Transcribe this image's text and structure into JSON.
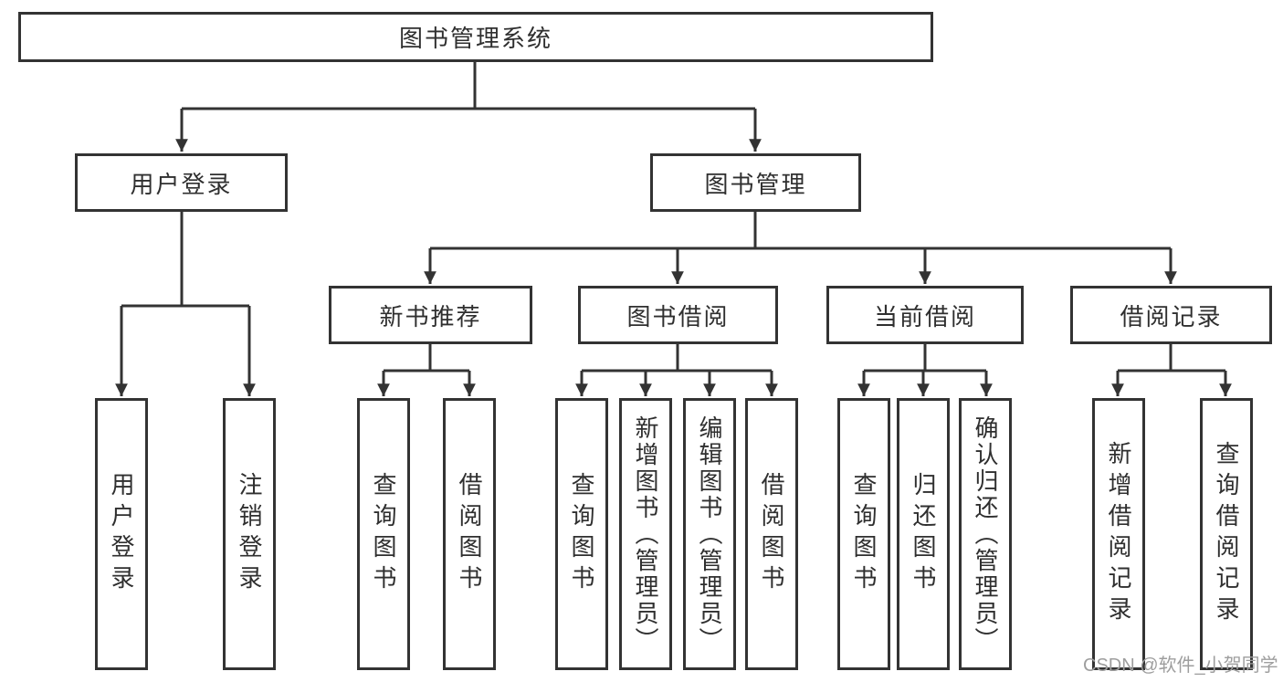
{
  "diagram": {
    "type": "hierarchy",
    "tree": {
      "label": "图书管理系统",
      "children": [
        {
          "label": "用户登录",
          "children": [
            {
              "label": "用户登录"
            },
            {
              "label": "注销登录"
            }
          ]
        },
        {
          "label": "图书管理",
          "children": [
            {
              "label": "新书推荐",
              "children": [
                {
                  "label": "查询图书"
                },
                {
                  "label": "借阅图书"
                }
              ]
            },
            {
              "label": "图书借阅",
              "children": [
                {
                  "label": "查询图书"
                },
                {
                  "label": "新增图书（管理员）"
                },
                {
                  "label": "编辑图书（管理员）"
                },
                {
                  "label": "借阅图书"
                }
              ]
            },
            {
              "label": "当前借阅",
              "children": [
                {
                  "label": "查询图书"
                },
                {
                  "label": "归还图书"
                },
                {
                  "label": "确认归还（管理员）"
                }
              ]
            },
            {
              "label": "借阅记录",
              "children": [
                {
                  "label": "新增借阅记录"
                },
                {
                  "label": "查询借阅记录"
                }
              ]
            }
          ]
        }
      ]
    }
  },
  "watermark": {
    "text": "CSDN @软件_小贺同学"
  },
  "colors": {
    "line": "#333333",
    "box_border": "#333333",
    "box_fill": "#ffffff",
    "text": "#2f2f2f",
    "watermark": "#9e9e9e",
    "background": "#ffffff"
  }
}
